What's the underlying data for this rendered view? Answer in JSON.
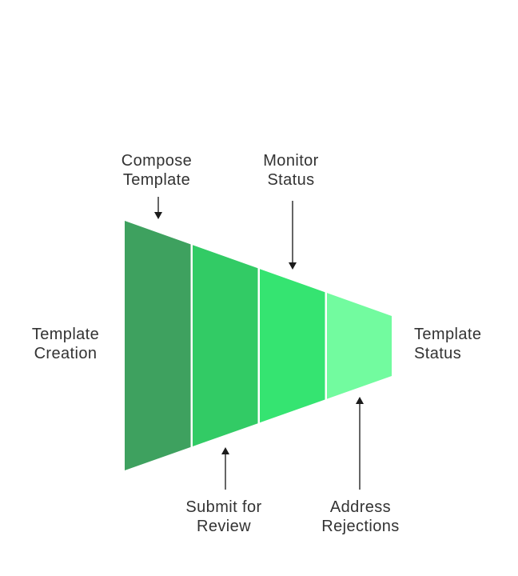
{
  "diagram": {
    "type": "funnel",
    "orientation": "horizontal-left-to-right",
    "input_label": "Template Creation",
    "output_label": "Template Status",
    "stages": [
      {
        "label": "Compose Template",
        "color": "#3ea15f",
        "annotation_position": "top",
        "arrow": "down"
      },
      {
        "label": "Submit for Review",
        "color": "#32cb65",
        "annotation_position": "bottom",
        "arrow": "up"
      },
      {
        "label": "Monitor Status",
        "color": "#35e471",
        "annotation_position": "top",
        "arrow": "down"
      },
      {
        "label": "Address Rejections",
        "color": "#72fb9f",
        "annotation_position": "bottom",
        "arrow": "up"
      }
    ]
  },
  "labels": {
    "compose_template": {
      "line1": "Compose",
      "line2": "Template"
    },
    "monitor_status": {
      "line1": "Monitor",
      "line2": "Status"
    },
    "template_creation": {
      "line1": "Template",
      "line2": "Creation"
    },
    "template_status": {
      "line1": "Template",
      "line2": "Status"
    },
    "submit_for_review": {
      "line1": "Submit for",
      "line2": "Review"
    },
    "address_rejections": {
      "line1": "Address",
      "line2": "Rejections"
    }
  },
  "colors": {
    "background": "#ffffff",
    "stage1": "#3ea15f",
    "stage2": "#32cb65",
    "stage3": "#35e471",
    "stage4": "#72fb9f",
    "divider": "#ffffff",
    "text": "#333333",
    "arrow_line": "#666666",
    "arrow_head": "#1b1b1b"
  }
}
